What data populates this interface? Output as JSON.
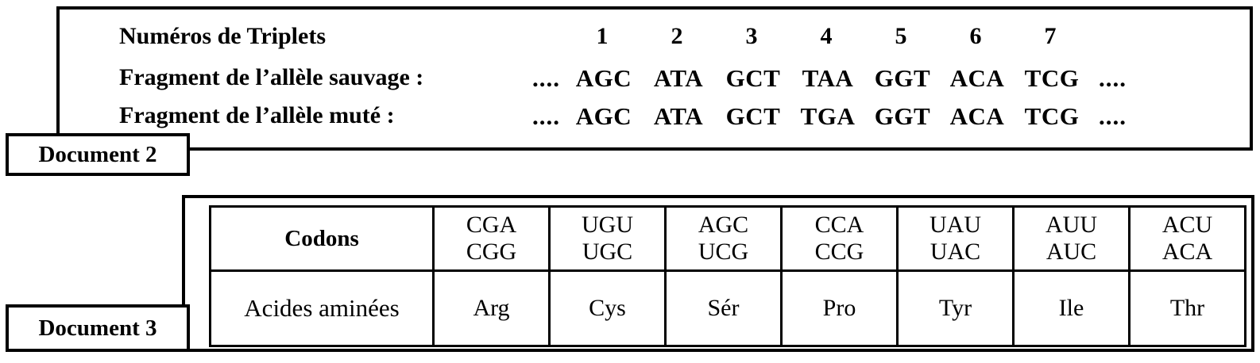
{
  "document2": {
    "label": "Document 2",
    "rows": [
      {
        "name": "triplet-numbers",
        "label": "Numéros de Triplets",
        "lead_dots": "",
        "trail_dots": "",
        "cells": [
          "1",
          "2",
          "3",
          "4",
          "5",
          "6",
          "7"
        ]
      },
      {
        "name": "wild-allele",
        "label": "Fragment de l’allèle sauvage :",
        "lead_dots": "....",
        "trail_dots": "....",
        "cells": [
          "AGC",
          "ATA",
          "GCT",
          "TAA",
          "GGT",
          "ACA",
          "TCG"
        ]
      },
      {
        "name": "mutant-allele",
        "label": "Fragment de l’allèle muté :",
        "lead_dots": "....",
        "trail_dots": "....",
        "cells": [
          "AGC",
          "ATA",
          "GCT",
          "TGA",
          "GGT",
          "ACA",
          "TCG"
        ]
      }
    ]
  },
  "document3": {
    "label": "Document 3",
    "table": {
      "row_headers": [
        "Codons",
        "Acides aminées"
      ],
      "codons": [
        [
          "CGA",
          "CGG"
        ],
        [
          "UGU",
          "UGC"
        ],
        [
          "AGC",
          "UCG"
        ],
        [
          "CCA",
          "CCG"
        ],
        [
          "UAU",
          "UAC"
        ],
        [
          "AUU",
          "AUC"
        ],
        [
          "ACU",
          "ACA"
        ]
      ],
      "amino_acids": [
        "Arg",
        "Cys",
        "Sér",
        "Pro",
        "Tyr",
        "Ile",
        "Thr"
      ]
    }
  },
  "colors": {
    "ink": "#000000",
    "paper": "#ffffff"
  }
}
